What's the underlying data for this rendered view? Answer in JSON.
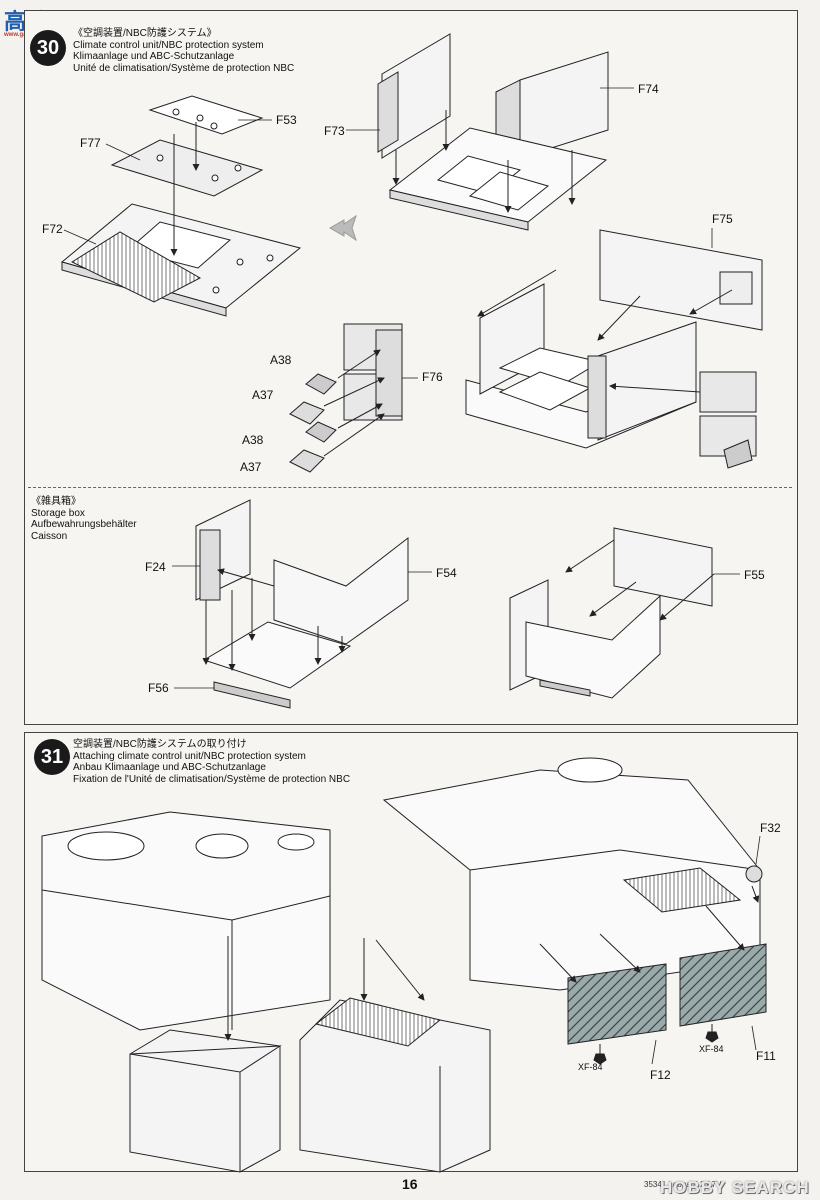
{
  "watermark": {
    "site": "高手网",
    "sub": "www.gaoshou.com"
  },
  "step30": {
    "number": "30",
    "header": [
      "《空調装置/NBC防護システム》",
      "Climate control unit/NBC protection system",
      "Klimaanlage und ABC-Schutzanlage",
      "Unité de climatisation/Système de protection NBC"
    ],
    "labels": {
      "f53": "F53",
      "f77": "F77",
      "f72": "F72",
      "f73": "F73",
      "f74": "F74",
      "f75": "F75",
      "a38a": "A38",
      "f76": "F76",
      "a37a": "A37",
      "a38b": "A38",
      "a37b": "A37"
    }
  },
  "storage": {
    "header": [
      "《雑具箱》",
      "Storage box",
      "Aufbewahrungsbehälter",
      "Caisson"
    ],
    "labels": {
      "f24": "F24",
      "f54": "F54",
      "f55": "F55",
      "f56": "F56"
    }
  },
  "step31": {
    "number": "31",
    "header": [
      "空調装置/NBC防護システムの取り付け",
      "Attaching climate control unit/NBC protection system",
      "Anbau Klimaanlage und ABC-Schutzanlage",
      "Fixation de l'Unité de climatisation/Système de protection NBC"
    ],
    "labels": {
      "f32": "F32",
      "xf84a": "XF-84",
      "f12": "F12",
      "xf84b": "XF-84",
      "f11": "F11"
    }
  },
  "footer": {
    "page_number": "16",
    "code": "35341 Leopard 2 A7V",
    "watermark": "HOBBY SEARCH"
  }
}
